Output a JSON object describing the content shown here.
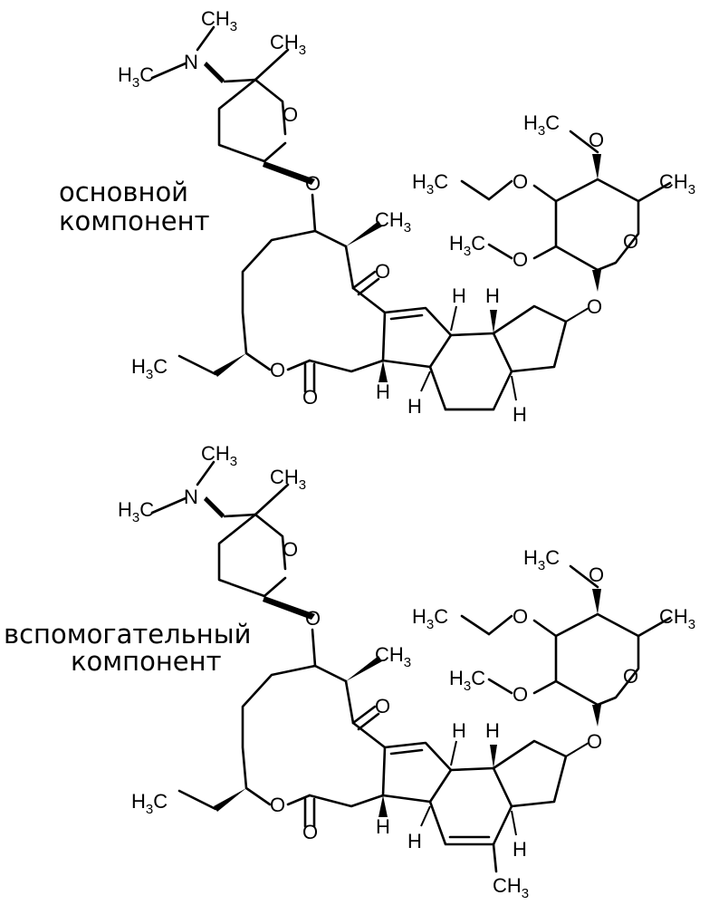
{
  "captions": {
    "main_line1": "основной",
    "main_line2": "компонент",
    "minor_line1": "вспомогательный",
    "minor_line2": "компонент"
  },
  "atoms": {
    "ch3": "CH",
    "h3c": "H",
    "c_after_h3": "C",
    "three": "3",
    "n": "N",
    "o": "O",
    "h": "H"
  },
  "colors": {
    "ink": "#000000",
    "background": "#ffffff"
  }
}
